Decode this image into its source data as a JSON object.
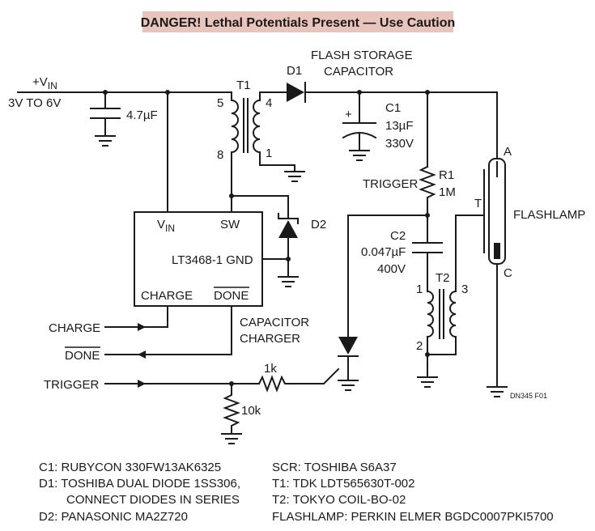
{
  "banner": {
    "text": "DANGER! Lethal Potentials Present — Use Caution",
    "bg": "#e8c4bd"
  },
  "labels": {
    "vin_prefix": "+V",
    "vin_sub": "IN",
    "vin_range": "3V TO 6V",
    "c_input": "4.7µF",
    "t1": "T1",
    "t1_pin5": "5",
    "t1_pin8": "8",
    "t1_pin4": "4",
    "t1_pin1": "1",
    "d1": "D1",
    "flash_cap_1": "FLASH STORAGE",
    "flash_cap_2": "CAPACITOR",
    "c1": "C1",
    "c1_val": "13µF",
    "c1_volt": "330V",
    "c1_plus": "+",
    "ic_vin_prefix": "V",
    "ic_vin_sub": "IN",
    "ic_sw": "SW",
    "ic_name": "LT3468-1 GND",
    "ic_charge": "CHARGE",
    "ic_done": "DONE",
    "d2": "D2",
    "cap_charger_1": "CAPACITOR",
    "cap_charger_2": "CHARGER",
    "trigger_r1": "TRIGGER",
    "r1": "R1",
    "r1_val": "1M",
    "c2": "C2",
    "c2_val": "0.047µF",
    "c2_volt": "400V",
    "t2": "T2",
    "t2_pin1": "1",
    "t2_pin2": "2",
    "t2_pin3": "3",
    "lamp": "FLASHLAMP",
    "lamp_a": "A",
    "lamp_c": "C",
    "lamp_t": "T",
    "charge_in": "CHARGE",
    "done_out": "DONE",
    "trigger_in": "TRIGGER",
    "r_1k": "1k",
    "r_10k": "10k",
    "fig_id": "DN345 F01"
  },
  "parts": {
    "c1": "C1:  RUBYCON 330FW13AK6325",
    "d1a": "D1:  TOSHIBA DUAL DIODE 1SS306,",
    "d1b": "CONNECT DIODES IN SERIES",
    "d2": "D2:  PANASONIC MA2Z720",
    "scr": "SCR: TOSHIBA S6A37",
    "t1": "T1:  TDK LDT565630T-002",
    "t2": "T2:  TOKYO COIL-BO-02",
    "lamp": "FLASHLAMP: PERKIN ELMER BGDC0007PKI5700"
  }
}
